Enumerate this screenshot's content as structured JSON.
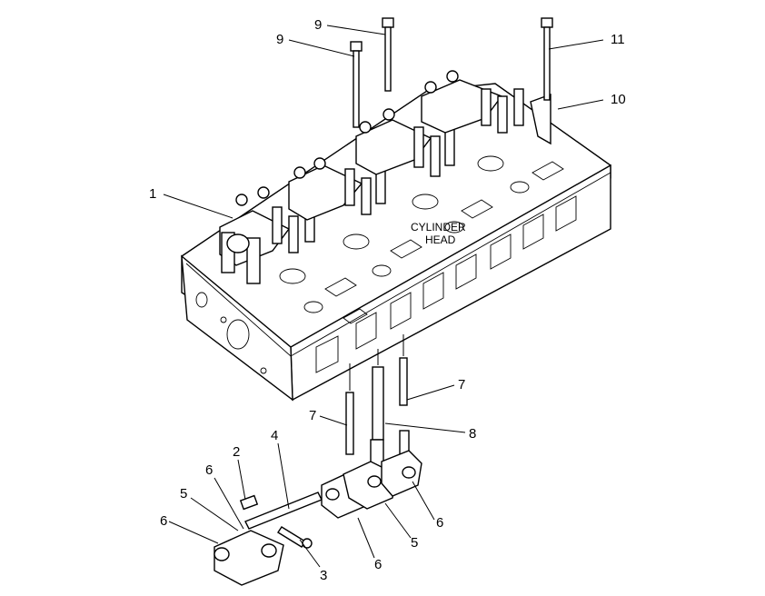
{
  "diagram": {
    "center_label_line1": "CYLINDER",
    "center_label_line2": "HEAD",
    "callouts": {
      "c1": "1",
      "c2": "2",
      "c3": "3",
      "c4": "4",
      "c5a": "5",
      "c5b": "5",
      "c6a": "6",
      "c6b": "6",
      "c6c": "6",
      "c6d": "6",
      "c7a": "7",
      "c7b": "7",
      "c8": "8",
      "c9a": "9",
      "c9b": "9",
      "c10": "10",
      "c11": "11"
    }
  }
}
